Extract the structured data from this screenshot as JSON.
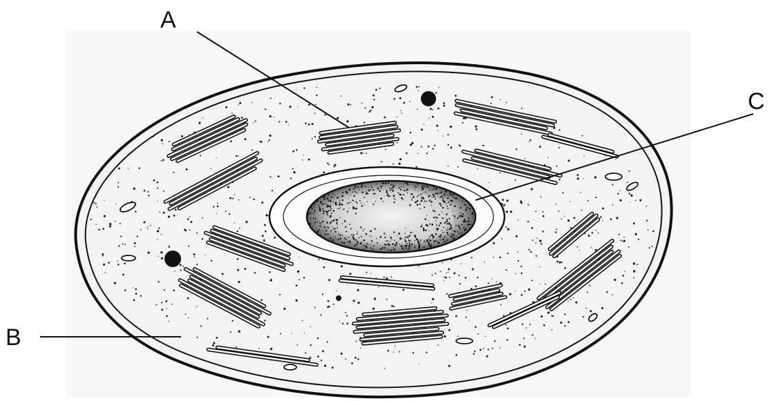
{
  "labels": {
    "a": "A",
    "b": "B",
    "c": "C"
  },
  "colors": {
    "ink": "#111111",
    "cytoplasm": "#f3f3f3",
    "nucleus_fill": "#e6e6e6",
    "background": "#ffffff"
  }
}
